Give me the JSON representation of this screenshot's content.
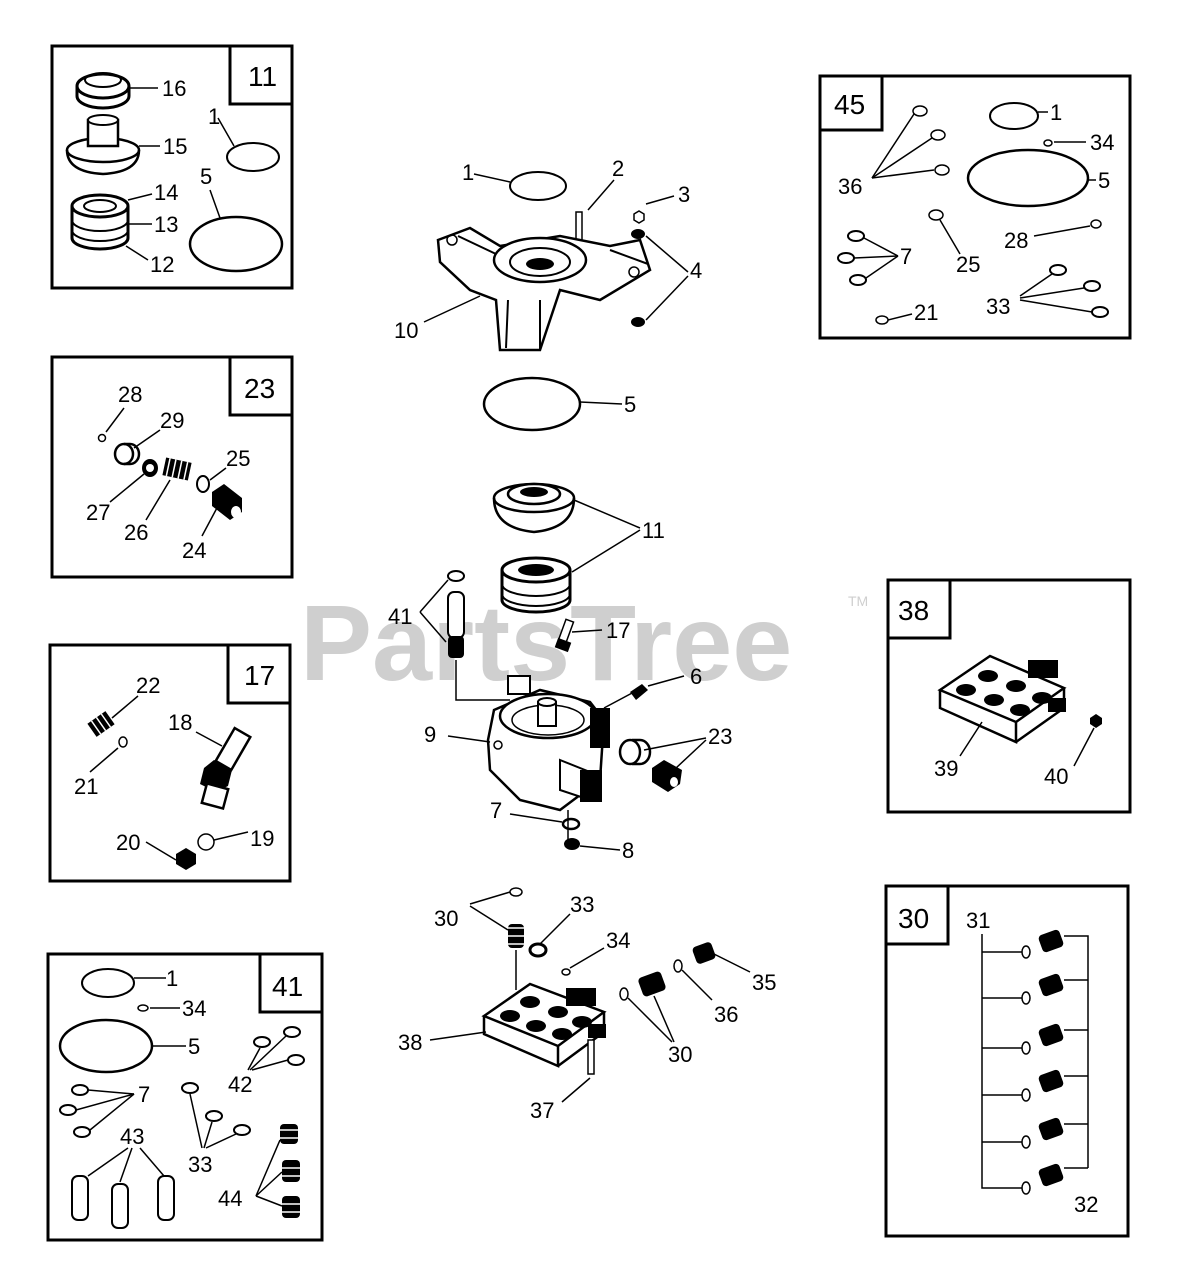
{
  "watermark": {
    "text": "PartsTree",
    "tm": "TM"
  },
  "kits": {
    "k11": "11",
    "k23": "23",
    "k17": "17",
    "k41": "41",
    "k45": "45",
    "k38": "38",
    "k30": "30"
  },
  "kit11": {
    "p16": "16",
    "p15": "15",
    "p14": "14",
    "p13": "13",
    "p12": "12",
    "p1": "1",
    "p5": "5"
  },
  "kit23": {
    "p28": "28",
    "p29": "29",
    "p25": "25",
    "p27": "27",
    "p26": "26",
    "p24": "24"
  },
  "kit17": {
    "p22": "22",
    "p18": "18",
    "p21": "21",
    "p20": "20",
    "p19": "19"
  },
  "kit41": {
    "p1": "1",
    "p34": "34",
    "p5": "5",
    "p42": "42",
    "p7": "7",
    "p43": "43",
    "p33": "33",
    "p44": "44"
  },
  "kit45": {
    "p1": "1",
    "p34": "34",
    "p36": "36",
    "p5": "5",
    "p28": "28",
    "p7": "7",
    "p25": "25",
    "p33": "33",
    "p21": "21"
  },
  "kit38": {
    "p39": "39",
    "p40": "40"
  },
  "kit30": {
    "p31": "31",
    "p32": "32"
  },
  "main": {
    "p1": "1",
    "p2": "2",
    "p3": "3",
    "p4": "4",
    "p10": "10",
    "p5": "5",
    "p11": "11",
    "p41": "41",
    "p17": "17",
    "p6": "6",
    "p9": "9",
    "p23": "23",
    "p7": "7",
    "p8": "8",
    "p30a": "30",
    "p33": "33",
    "p34": "34",
    "p35": "35",
    "p36": "36",
    "p38": "38",
    "p30b": "30",
    "p37": "37"
  }
}
